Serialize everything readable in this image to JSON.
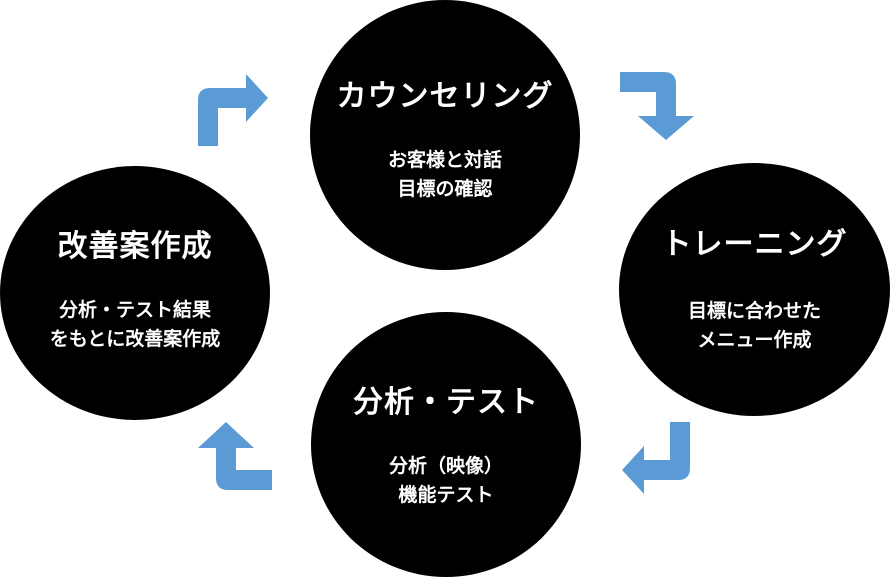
{
  "cycle": {
    "counseling": {
      "title": "カウンセリング",
      "lines": [
        "お客様と対話",
        "目標の確認"
      ]
    },
    "training": {
      "title": "トレーニング",
      "lines": [
        "目標に合わせた",
        "メニュー作成"
      ]
    },
    "analysis": {
      "title": "分析・テスト",
      "lines": [
        "分析（映像）",
        "機能テスト"
      ]
    },
    "improvement": {
      "title": "改善案作成",
      "lines": [
        "分析・テスト結果",
        "をもとに改善案作成"
      ]
    }
  },
  "colors": {
    "circle": "#000000",
    "text": "#ffffff",
    "arrow": "#5b9bd5"
  },
  "icons": {
    "arrows": [
      "bent-arrow-right-icon",
      "bent-arrow-down-icon",
      "bent-arrow-left-icon",
      "bent-arrow-up-icon"
    ]
  }
}
